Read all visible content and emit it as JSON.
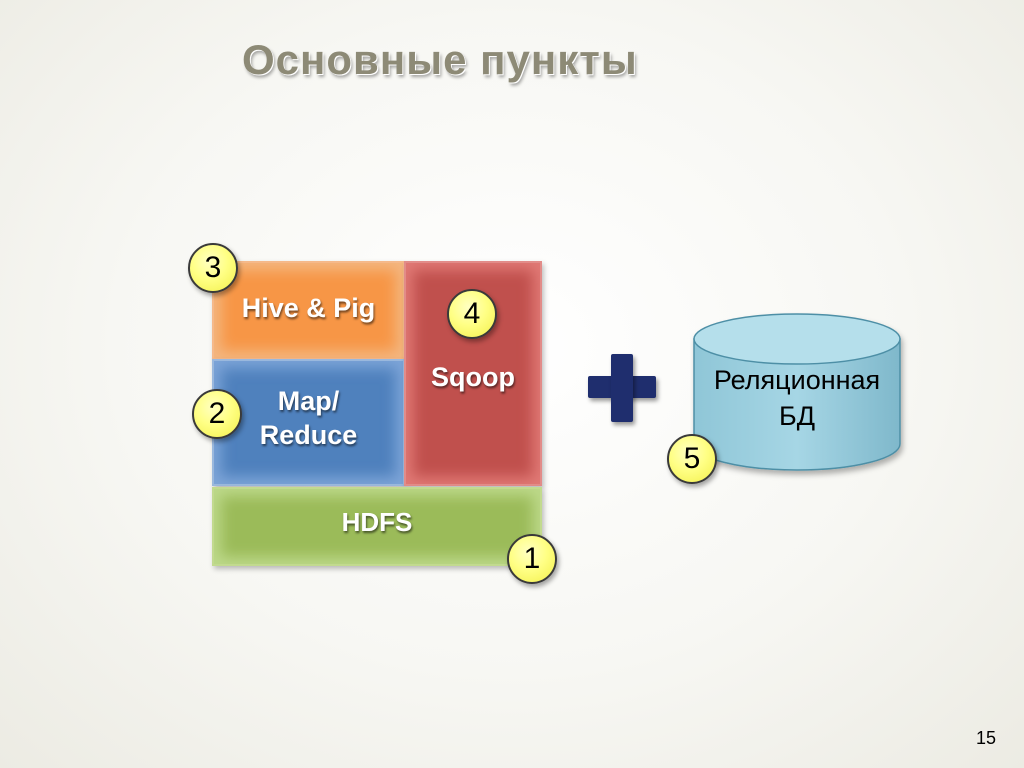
{
  "slide": {
    "title": "Основные пункты",
    "page_number": "15"
  },
  "blocks": {
    "hive_pig": "Hive & Pig",
    "map_reduce_line1": "Map/",
    "map_reduce_line2": "Reduce",
    "sqoop": "Sqoop",
    "hdfs": "HDFS"
  },
  "badges": {
    "hdfs": "1",
    "map_reduce": "2",
    "hive_pig": "3",
    "sqoop": "4",
    "relational_db": "5"
  },
  "database": {
    "line1": "Реляционная",
    "line2": "БД"
  },
  "icons": {
    "plus": "plus-icon",
    "database": "database-cylinder-icon"
  },
  "colors": {
    "hive_pig": "#f79646",
    "map_reduce": "#4f81bd",
    "sqoop": "#c0504d",
    "hdfs": "#9bbb59",
    "badge": "#ffff85",
    "plus": "#1f2e6e",
    "database": "#93cddd",
    "title": "#8d8a76"
  }
}
